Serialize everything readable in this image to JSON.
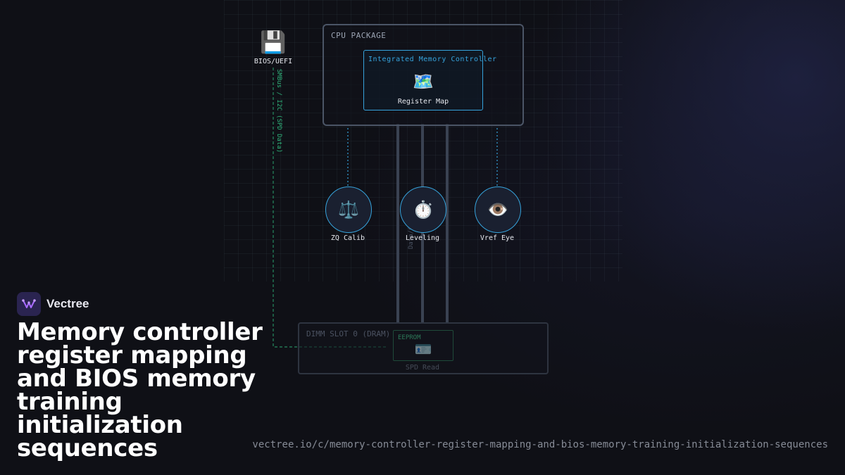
{
  "brand": {
    "name": "Vectree"
  },
  "headline": "Memory controller register mapping and BIOS memory training initialization sequences",
  "url": "vectree.io/c/memory-controller-register-mapping-and-bios-memory-training-initialization-sequences",
  "diagram": {
    "bios": {
      "icon": "💾",
      "label": "BIOS/UEFI"
    },
    "smbus_label": "SMBus / I2C (SPD Data)",
    "bus_label": "Data/Clock Bus",
    "cpu": {
      "title": "CPU PACKAGE",
      "imc": {
        "title": "Integrated Memory Controller",
        "icon": "🗺️",
        "label": "Register Map"
      }
    },
    "nodes": [
      {
        "icon": "⚖️",
        "label": "ZQ Calib"
      },
      {
        "icon": "⏱️",
        "label": "Leveling"
      },
      {
        "icon": "👁️",
        "label": "Vref Eye"
      }
    ],
    "dimm": {
      "title": "DIMM SLOT 0 (DRAM)",
      "eeprom": {
        "title": "EEPROM",
        "icon": "🪪",
        "label": "SPD Read"
      }
    }
  },
  "colors": {
    "background": "#0f1016",
    "accent": "#36a3dc",
    "smbus": "#2fb37a",
    "bus": "#3a4252"
  }
}
